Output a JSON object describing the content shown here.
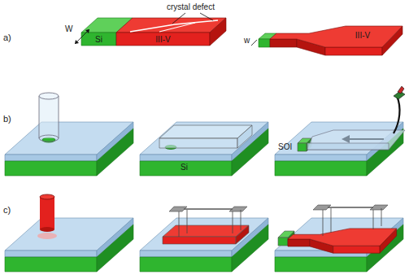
{
  "diagram": {
    "nodes": [
      {
        "text": [
          "Si"
        ]
      },
      {
        "text": [
          "III-V"
        ]
      },
      {
        "text": [
          "III-V"
        ]
      }
    ],
    "labels": [
      "a)",
      "crystal defect",
      "W",
      "w",
      "b)",
      "Si",
      "SOI",
      "c)"
    ]
  }
}
